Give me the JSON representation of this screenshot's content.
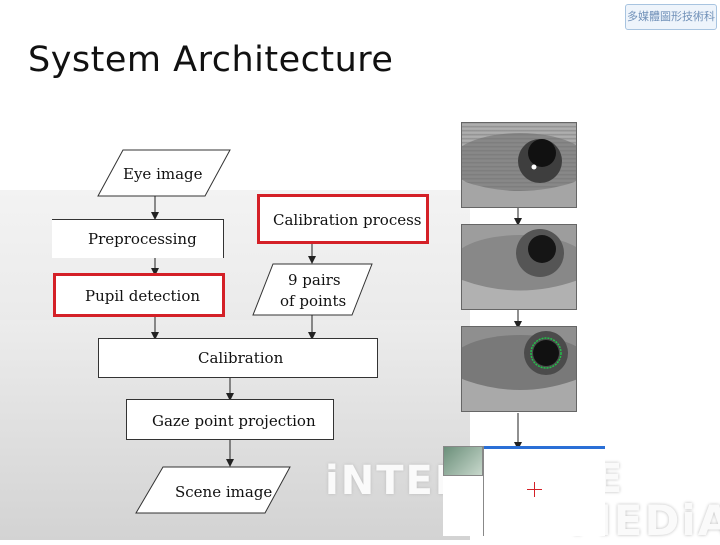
{
  "slide": {
    "title": "System Architecture",
    "logo_text": "多媒體圖形技術科"
  },
  "flow": {
    "eye_image": "Eye image",
    "preprocessing": "Preprocessing",
    "calibration_process": "Calibration process",
    "pupil_detection": "Pupil detection",
    "points_line1": "9 pairs",
    "points_line2": "of points",
    "calibration": "Calibration",
    "gaze_projection": "Gaze point projection",
    "scene_image": "Scene image"
  },
  "watermark": {
    "line1": "iNTER",
    "line1_end": "E",
    "line2": "MEDiA"
  },
  "colors": {
    "highlight": "#d42027",
    "pupil_ring": "#22c04a",
    "scene_bar": "#2a6fd6",
    "cross": "#d42027"
  }
}
